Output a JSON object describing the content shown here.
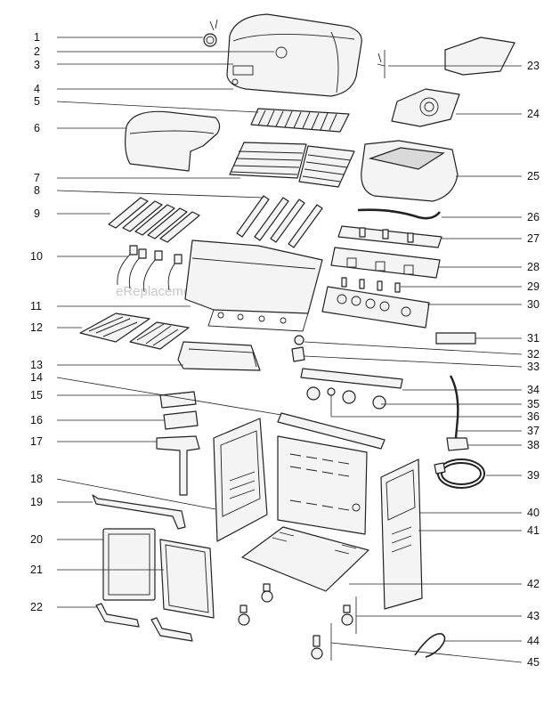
{
  "watermark": "eReplacementParts.com",
  "callouts_left": [
    "1",
    "2",
    "3",
    "4",
    "5",
    "6",
    "7",
    "8",
    "9",
    "10",
    "11",
    "12",
    "13",
    "14",
    "15",
    "16",
    "17",
    "18",
    "19",
    "20",
    "21",
    "22"
  ],
  "callouts_right": [
    "23",
    "24",
    "25",
    "26",
    "27",
    "28",
    "29",
    "30",
    "31",
    "32",
    "33",
    "34",
    "35",
    "36",
    "37",
    "38",
    "39",
    "40",
    "41",
    "42",
    "43",
    "44",
    "45"
  ]
}
